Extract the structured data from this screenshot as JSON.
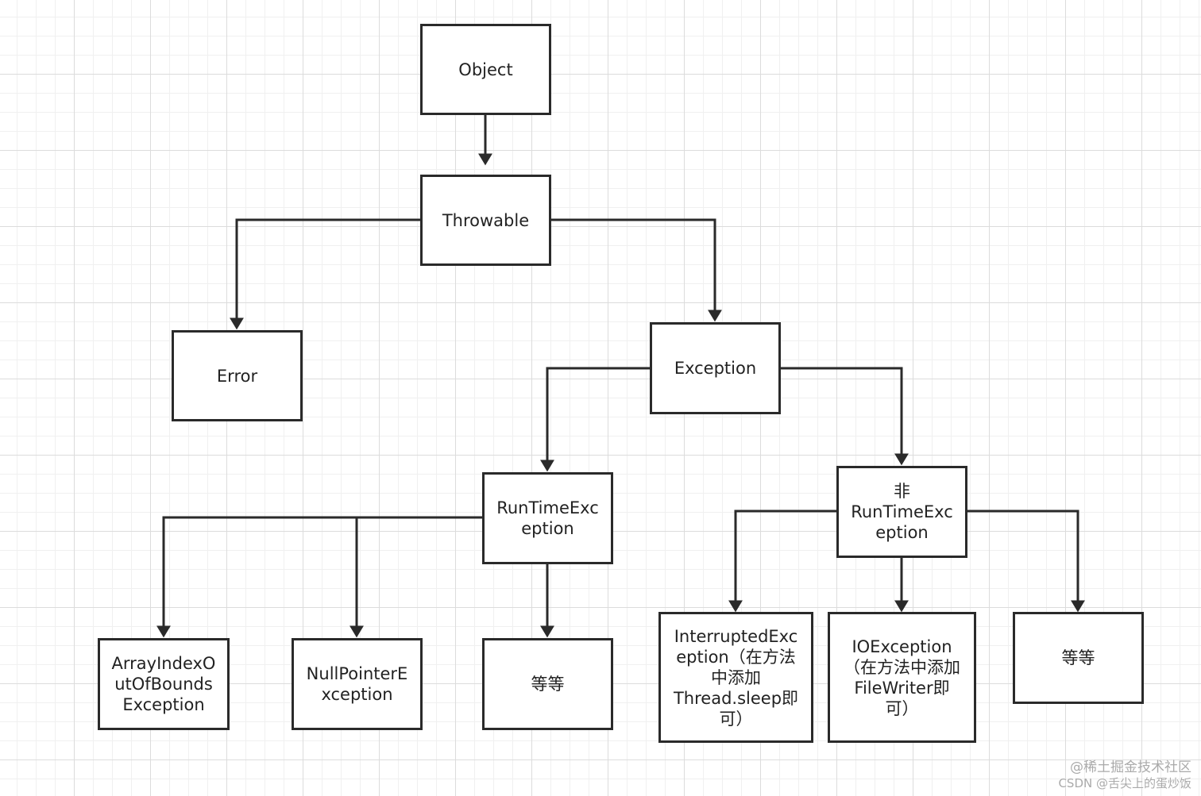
{
  "nodes": {
    "object": "Object",
    "throwable": "Throwable",
    "error": "Error",
    "exception": "Exception",
    "runtime_exception": "RunTimeExc\neption",
    "non_runtime_exception": "非\nRunTimeExc\neption",
    "array_index_out_of_bounds": "ArrayIndexO\nutOfBounds\nException",
    "null_pointer": "NullPointerE\nxception",
    "runtime_etc": "等等",
    "interrupted_exception": "InterruptedExc\neption（在方法\n中添加\nThread.sleep即\n可）",
    "io_exception": "IOException\n（在方法中添加\nFileWriter即\n可）",
    "checked_etc": "等等"
  },
  "watermark": {
    "line1": "@稀土掘金技术社区",
    "line2": "CSDN @舌尖上的蛋炒饭"
  }
}
